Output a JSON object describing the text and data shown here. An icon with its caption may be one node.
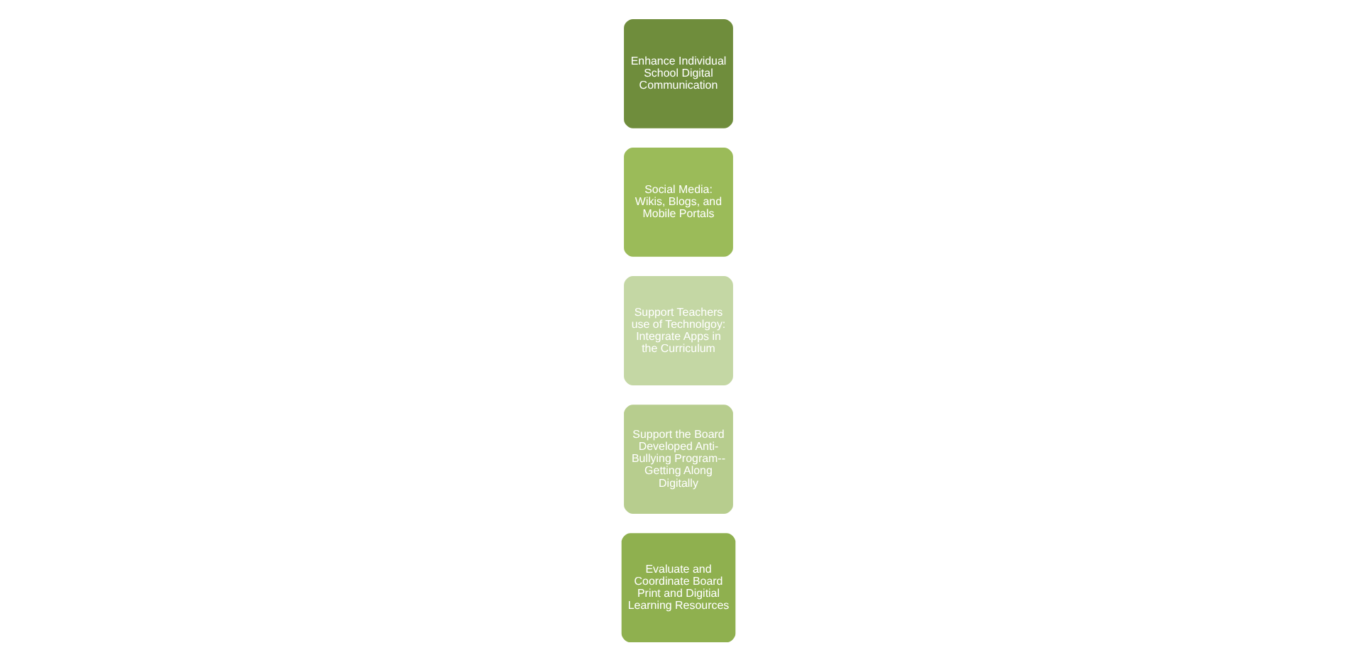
{
  "diagram": {
    "nodes": [
      {
        "text": [
          "Enhance Individual School Digital Communication"
        ]
      },
      {
        "text": [
          "Social Media: Wikis, Blogs, and Mobile Portals"
        ]
      },
      {
        "text": [
          "Support Teachers use of Technolgoy: Integrate Apps in the Curriculum"
        ]
      },
      {
        "text": [
          "Support the Board Developed Anti-Bullying Program--Getting Along Digitally"
        ]
      },
      {
        "text": [
          "Evaluate and Coordinate Board Print and Digitial Learning Resources"
        ]
      }
    ],
    "edges": []
  }
}
